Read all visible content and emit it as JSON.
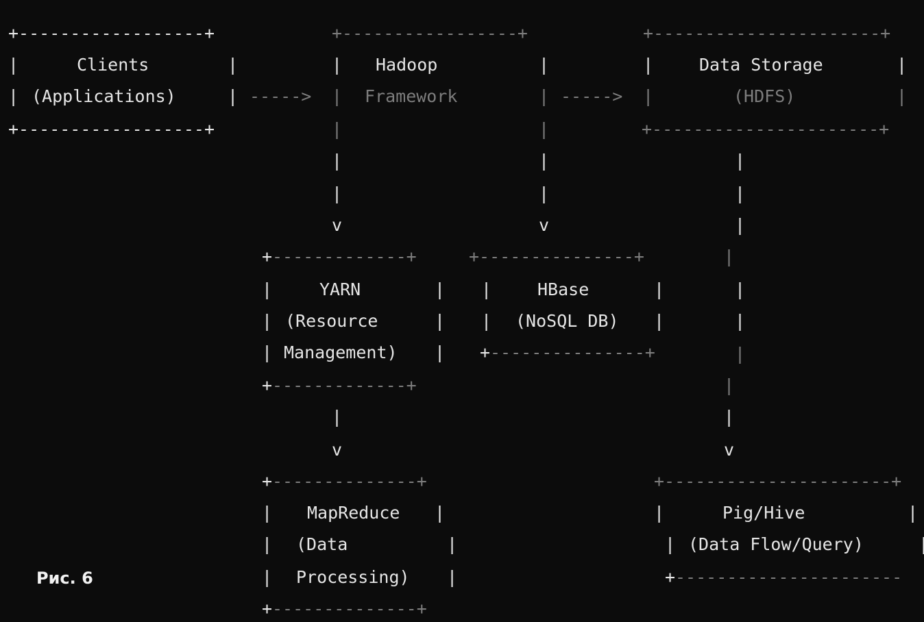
{
  "boxes": {
    "clients": {
      "line1": "Clients",
      "line2": "(Applications)"
    },
    "hadoop": {
      "line1": "Hadoop",
      "line2": "Framework"
    },
    "storage": {
      "line1": "Data Storage",
      "line2": "(HDFS)"
    },
    "yarn": {
      "line1": "YARN",
      "line2": "(Resource",
      "line3": "Management)"
    },
    "hbase": {
      "line1": "HBase",
      "line2": "(NoSQL DB)"
    },
    "mapreduce": {
      "line1": "MapReduce",
      "line2": "(Data",
      "line3": "Processing)"
    },
    "pighive": {
      "line1": "Pig/Hive",
      "line2": "(Data Flow/Query)"
    }
  },
  "arrows": {
    "right": "----->",
    "down_head": "v",
    "pipe": "|"
  },
  "figure": {
    "caption": "Рис. 6"
  }
}
